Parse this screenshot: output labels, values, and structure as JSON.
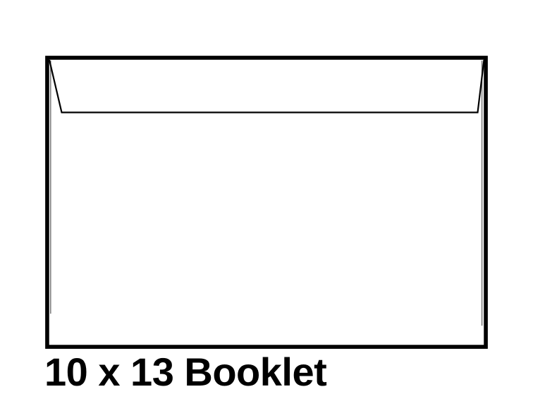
{
  "page": {
    "background_color": "#ffffff"
  },
  "illustration": {
    "type": "envelope-outline-clipart",
    "description": "Rear view of an open booklet envelope with its top flap raised",
    "outline_color": "#000000",
    "fill_color": "#ffffff",
    "crease_color": "#3c3c3c"
  },
  "caption": {
    "text": "10 x 13 Booklet",
    "color": "#000000"
  }
}
